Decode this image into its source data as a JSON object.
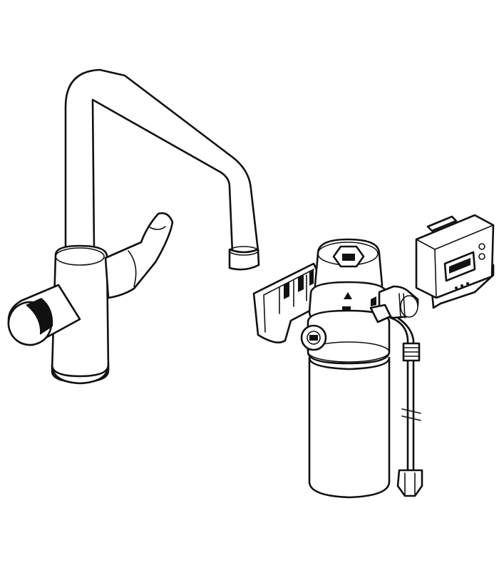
{
  "diagram": {
    "components": [
      {
        "id": "tap",
        "icon": "kitchen-tap-illustration"
      },
      {
        "id": "filter",
        "icon": "water-filter-cartridge-illustration"
      },
      {
        "id": "bracket",
        "icon": "filter-wall-bracket-illustration"
      },
      {
        "id": "hose",
        "icon": "connection-hose-illustration"
      },
      {
        "id": "display",
        "icon": "filter-display-unit-illustration"
      }
    ],
    "colors": {
      "line": "#111111",
      "background": "#ffffff"
    }
  }
}
